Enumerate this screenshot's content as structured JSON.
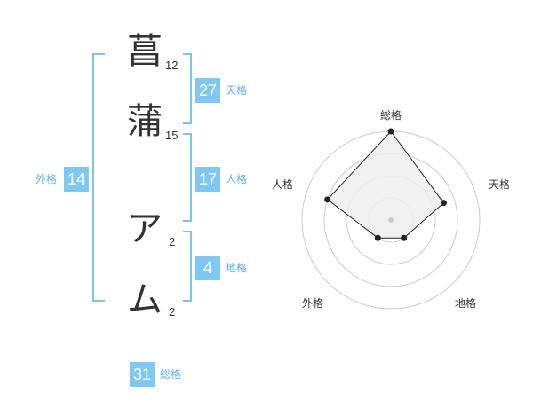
{
  "name": {
    "characters": [
      {
        "char": "菖",
        "strokes": "12"
      },
      {
        "char": "蒲",
        "strokes": "15"
      },
      {
        "char": "ア",
        "strokes": "2"
      },
      {
        "char": "ム",
        "strokes": "2"
      }
    ]
  },
  "fortune": {
    "tenkaku": {
      "label": "天格",
      "value": "27"
    },
    "jinkaku": {
      "label": "人格",
      "value": "17"
    },
    "chikaku": {
      "label": "地格",
      "value": "4"
    },
    "gaikaku": {
      "label": "外格",
      "value": "14"
    },
    "soukaku": {
      "label": "総格",
      "value": "31"
    }
  },
  "chart_data": {
    "type": "radar",
    "axes": [
      "総格",
      "天格",
      "地格",
      "外格",
      "人格"
    ],
    "values": [
      4,
      2.5,
      1,
      1,
      3
    ],
    "rmax": 4,
    "rings": 4,
    "colors": {
      "fill": "#eeeeee",
      "line": "#222222",
      "ring": "#cccccc",
      "center": "#cccccc"
    }
  }
}
